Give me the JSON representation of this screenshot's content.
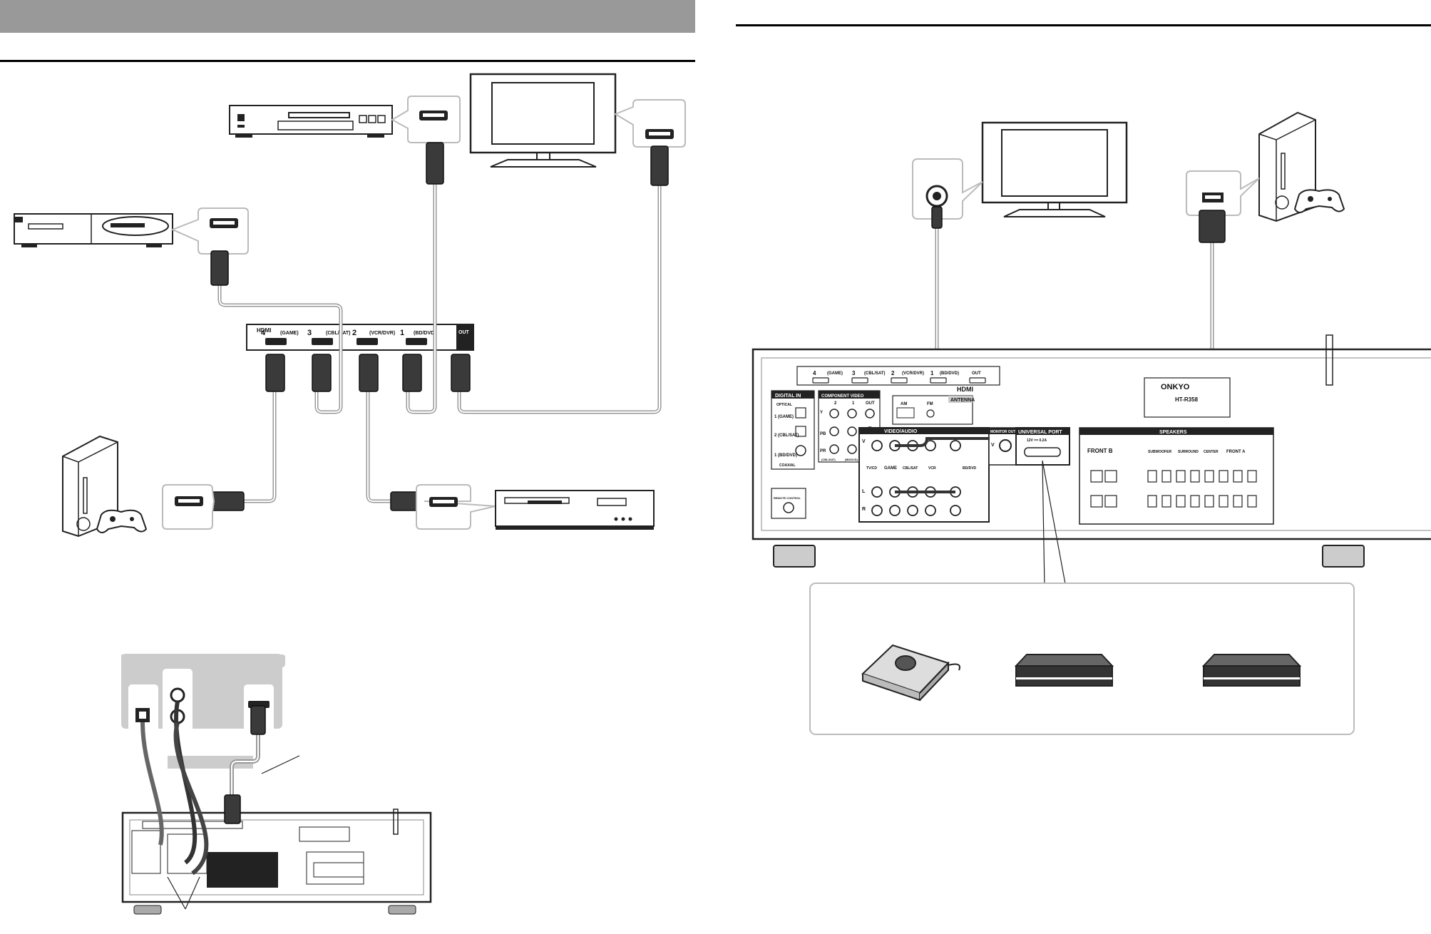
{
  "rear_panel_small": {
    "hdmi_inputs": [
      "4",
      "(GAME)",
      "3",
      "(CBL/SAT)",
      "2",
      "(VCR/DVR)",
      "1",
      "(BD/DVD)"
    ],
    "hdmi_out_label": "OUT"
  },
  "rear_panel_large": {
    "hdmi_inputs": [
      "4",
      "(GAME)",
      "3",
      "(CBL/SAT)",
      "2",
      "(VCR/DVR)",
      "1",
      "(BD/DVD)",
      "OUT"
    ],
    "hdmi_section": "HDMI",
    "digital_in": "DIGITAL IN",
    "optical": "OPTICAL",
    "coaxial": "COAXIAL",
    "digital_in_game": "1 (GAME)",
    "digital_in_cbl": "2 (CBL/SAT)",
    "digital_in_bd": "1 (BD/DVD)",
    "component_video": "COMPONENT VIDEO",
    "component_in_1": "1",
    "component_in_2": "2",
    "component_out": "OUT",
    "component_ch_y": "Y",
    "component_ch_pb": "PB",
    "component_ch_pr": "PR",
    "component_labels": [
      "(CBL/SAT)",
      "(BD/DVD)"
    ],
    "antenna": "ANTENNA",
    "am": "AM",
    "fm": "FM",
    "video_audio": "VIDEO/AUDIO",
    "monitor_out": "MONITOR OUT",
    "universal_port": "UNIVERSAL PORT",
    "universal_port_spec": "12V == 0.2A",
    "rca_v": "V",
    "rca_l": "L",
    "rca_r": "R",
    "game_label": "GAME",
    "jack_labels": [
      "TV/CD",
      "CBL/SAT",
      "VCR",
      "BD/DVD"
    ],
    "remote_control": "REMOTE CONTROL",
    "speakers": "SPEAKERS",
    "speaker_groups": [
      "FRONT B",
      "SUBWOOFER",
      "SURROUND",
      "CENTER",
      "FRONT A"
    ],
    "brand": "ONKYO",
    "model": "HT-R358"
  },
  "colors": {
    "header_bar": "#999999",
    "rule": "#000000",
    "cable_gray": "#9a9a9a",
    "cable_dark": "#333333",
    "panel_black": "#1a1a1a",
    "callout_border": "#bdbdbd"
  },
  "icons": [
    "blu-ray-player-icon",
    "tv-icon",
    "set-top-box-icon",
    "game-console-icon",
    "vcr-icon",
    "hdmi-port-icon",
    "usb-dock-icon",
    "tuner-module-icon"
  ]
}
